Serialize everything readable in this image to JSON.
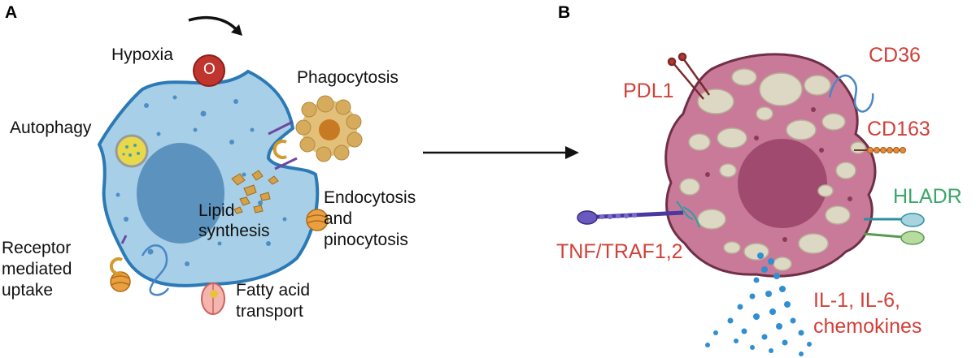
{
  "panels": {
    "a": "A",
    "b": "B"
  },
  "left_cell": {
    "hypoxia": "Hypoxia",
    "oxygen_symbol": "O",
    "phagocytosis": "Phagocytosis",
    "autophagy": "Autophagy",
    "lipid_synthesis": [
      "Lipid",
      "synthesis"
    ],
    "endocytosis": [
      "Endocytosis",
      "and",
      "pinocytosis"
    ],
    "receptor_uptake": [
      "Receptor",
      "mediated",
      "uptake"
    ],
    "fatty_acid": [
      "Fatty acid",
      "transport"
    ]
  },
  "right_cell": {
    "cd36": "CD36",
    "pdl1": "PDL1",
    "cd163": "CD163",
    "hladr": "HLADR",
    "tnf": "TNF/TRAF1,2",
    "cytokines": [
      "IL-1, IL-6,",
      "chemokines"
    ]
  },
  "colors": {
    "left_cell_fill": "#a8cfe8",
    "left_nucleus": "#5b93be",
    "right_cell_fill": "#c97a98",
    "right_nucleus": "#a04a70",
    "marker_red": "#d2403a",
    "marker_green": "#3aa66a",
    "cytokine_blue": "#2f8fd0"
  }
}
